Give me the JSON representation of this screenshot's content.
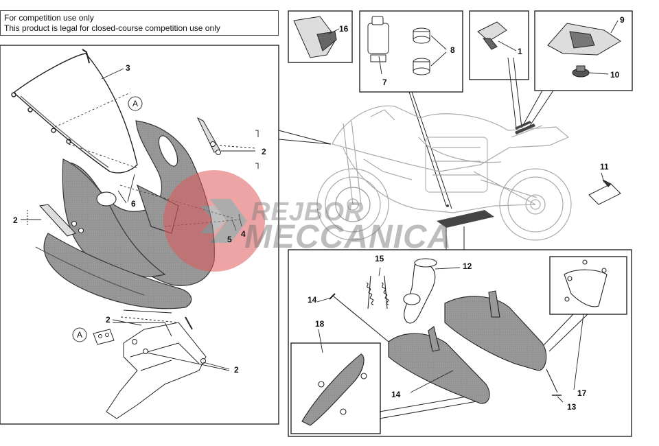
{
  "notice": {
    "line1": "For competition use only",
    "line2": "This product is legal for closed-course competition use only"
  },
  "watermark": {
    "text_line1": "REJBOR",
    "text_line2": "MECCANICA",
    "circle_color": "#e05a5a"
  },
  "detail_marker": "A",
  "callouts": {
    "c1": "1",
    "c2": "2",
    "c3": "3",
    "c4": "4",
    "c5": "5",
    "c6": "6",
    "c7": "7",
    "c8": "8",
    "c9": "9",
    "c10": "10",
    "c11": "11",
    "c12": "12",
    "c13": "13",
    "c14": "14",
    "c15": "15",
    "c16": "16",
    "c17": "17",
    "c18": "18"
  }
}
